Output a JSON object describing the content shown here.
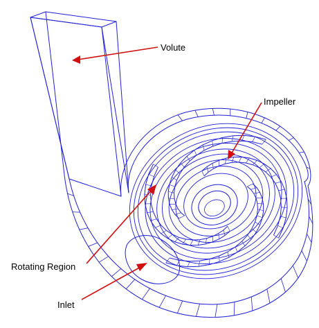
{
  "colors": {
    "wireframe": "#1f1fd6",
    "callout": "#d01010",
    "text": "#000000",
    "background": "#ffffff"
  },
  "labels": {
    "volute": "Volute",
    "impeller": "Impeller",
    "rotating_region": "Rotating Region",
    "inlet": "Inlet"
  }
}
